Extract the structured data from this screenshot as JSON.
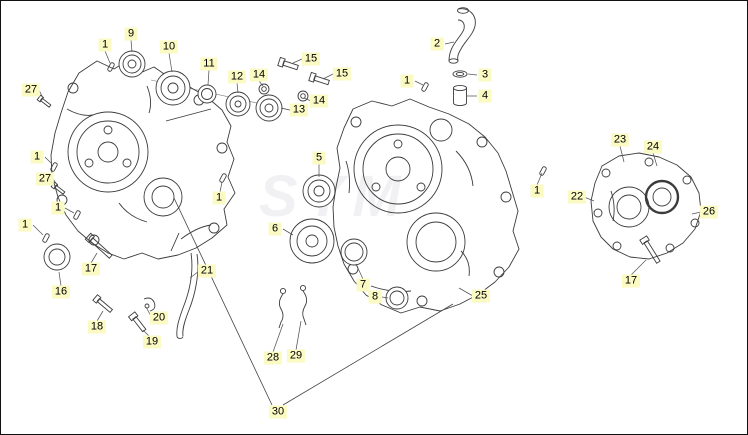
{
  "colors": {
    "callout_highlight": "#fafac2",
    "line_art": "#3c3c3c",
    "background": "#ffffff"
  },
  "watermark": "SYM",
  "callouts": [
    {
      "label": "1"
    },
    {
      "label": "9"
    },
    {
      "label": "10"
    },
    {
      "label": "11"
    },
    {
      "label": "12"
    },
    {
      "label": "14"
    },
    {
      "label": "15"
    },
    {
      "label": "15"
    },
    {
      "label": "14"
    },
    {
      "label": "13"
    },
    {
      "label": "2"
    },
    {
      "label": "1"
    },
    {
      "label": "3"
    },
    {
      "label": "4"
    },
    {
      "label": "27"
    },
    {
      "label": "1"
    },
    {
      "label": "27"
    },
    {
      "label": "1"
    },
    {
      "label": "1"
    },
    {
      "label": "5"
    },
    {
      "label": "1"
    },
    {
      "label": "6"
    },
    {
      "label": "7"
    },
    {
      "label": "8"
    },
    {
      "label": "17"
    },
    {
      "label": "16"
    },
    {
      "label": "18"
    },
    {
      "label": "20"
    },
    {
      "label": "19"
    },
    {
      "label": "21"
    },
    {
      "label": "25"
    },
    {
      "label": "22"
    },
    {
      "label": "23"
    },
    {
      "label": "24"
    },
    {
      "label": "26"
    },
    {
      "label": "17"
    },
    {
      "label": "1"
    },
    {
      "label": "28"
    },
    {
      "label": "29"
    },
    {
      "label": "30"
    }
  ]
}
